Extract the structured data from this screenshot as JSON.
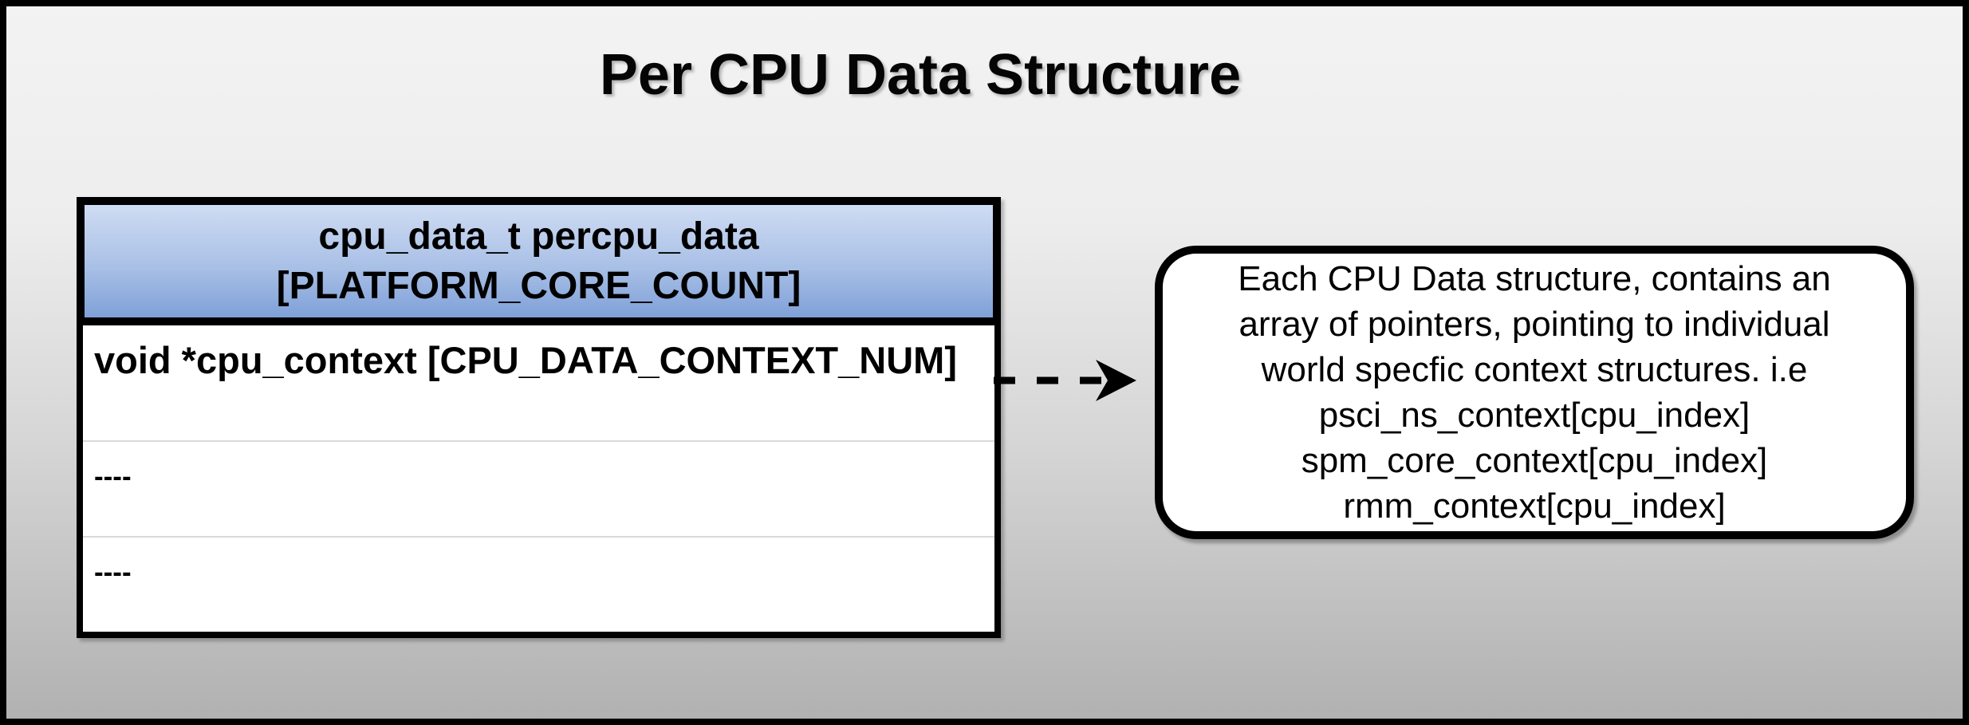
{
  "title": "Per CPU Data Structure",
  "struct_table": {
    "header_lines": [
      "cpu_data_t percpu_data",
      "[PLATFORM_CORE_COUNT]"
    ],
    "rows": [
      {
        "text": "void *cpu_context [CPU_DATA_CONTEXT_NUM]"
      },
      {
        "text": "----"
      },
      {
        "text": "----"
      }
    ]
  },
  "callout": {
    "lines": [
      "Each CPU Data structure, contains an",
      "array of pointers, pointing to individual",
      "world specfic context structures. i.e",
      "psci_ns_context[cpu_index]",
      "spm_core_context[cpu_index]",
      "rmm_context[cpu_index]"
    ]
  },
  "arrow": {
    "style": "dashed",
    "direction": "right"
  },
  "colors": {
    "frame_border": "#000000",
    "background_top": "#f3f3f3",
    "background_bottom": "#b1b1b1",
    "header_gradient_top": "#cfdcf3",
    "header_gradient_bottom": "#7fa0d8",
    "row_divider": "#d9d9d9",
    "box_fill": "#ffffff",
    "text": "#000000"
  }
}
